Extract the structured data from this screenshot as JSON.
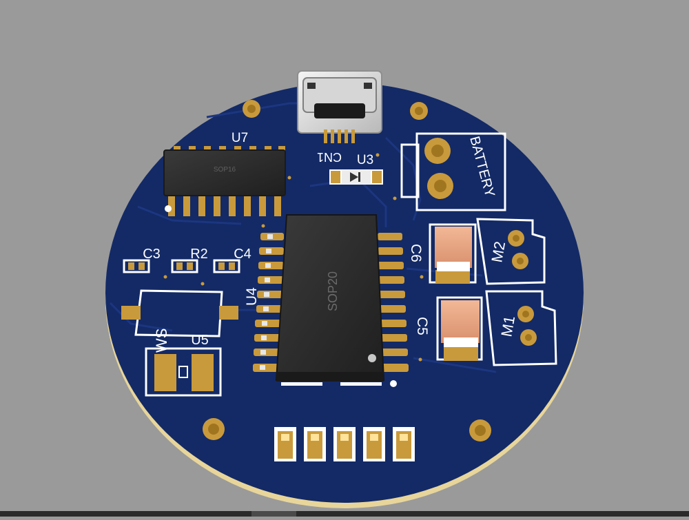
{
  "board": {
    "colors": {
      "background": "#9a9a9a",
      "pcb": "#132a66",
      "silkscreen": "#ffffff",
      "pad_gold": "#c99a3b",
      "chip_body": "#2b2b2b"
    }
  },
  "labels": {
    "u7": "U7",
    "cn1": "CN1",
    "u3": "U3",
    "battery": "BATTERY",
    "c3": "C3",
    "r2": "R2",
    "c4": "C4",
    "u4": "U4",
    "c6": "C6",
    "m2": "M2",
    "c5": "C5",
    "m1": "M1",
    "ws": "WS",
    "u5": "U5",
    "sop16": "SOP16",
    "sop20": "SOP20"
  }
}
